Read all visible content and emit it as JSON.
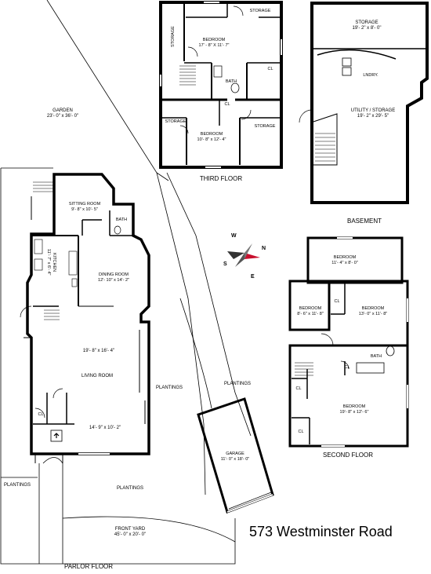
{
  "address": "573 Westminster Road",
  "floors": {
    "third": "THIRD FLOOR",
    "basement": "BASEMENT",
    "second": "SECOND FLOOR",
    "parlor": "PARLOR FLOOR"
  },
  "third_floor": {
    "storage_top": "STORAGE",
    "storage_left": "STORAGE",
    "bedroom1_name": "BEDROOM",
    "bedroom1_dims": "17' - 8\" X 11'- 7\"",
    "cl1": "CL",
    "bath": "BATH",
    "cl2": "CL",
    "storage_lower_left": "STORAGE",
    "storage_lower_right": "STORAGE",
    "bedroom2_name": "BEDROOM",
    "bedroom2_dims": "10'- 8\" x 12'- 4\""
  },
  "basement": {
    "storage_name": "STORAGE",
    "storage_dims": "19'- 2\" x 8'- 0\"",
    "laundry": "LNDRY.",
    "utility_name": "UTILITY / STORAGE",
    "utility_dims": "19'- 2\" x 29'- 5\""
  },
  "second_floor": {
    "bedroom1_name": "BEDROOM",
    "bedroom1_dims": "11'- 4\" x 8'- 0\"",
    "bedroom2_name": "BEDROOM",
    "bedroom2_dims": "8'- 6\" x 11'- 8\"",
    "bedroom3_name": "BEDROOM",
    "bedroom3_dims": "13'- 0\" x 11'- 8\"",
    "cl1": "CL",
    "cl2": "CL",
    "cl3": "CL",
    "cl4": "CL",
    "bath": "BATH",
    "bedroom4_name": "BEDROOM",
    "bedroom4_dims": "19'- 8\" x 12'- 6\""
  },
  "parlor_floor": {
    "garden_name": "GARDEN",
    "garden_dims": "23'- 0\" x 36'- 0\"",
    "sitting_name": "SITTING ROOM",
    "sitting_dims": "9'- 8\" x 10'- 5\"",
    "bath": "BATH",
    "kitchen": "KITCHEN",
    "kitchen_dims": "11'- 7\" x 6'- 4\"",
    "dining_name": "DINING ROOM",
    "dining_dims": "12'- 10\" x 14'- 2\"",
    "living_dims": "19'- 8\" x 16'- 4\"",
    "living_name": "LIVING ROOM",
    "foyer_dims": "14'- 9\" x 10'- 2\"",
    "cl": "CL",
    "plantings_mid": "PLANTINGS",
    "plantings_garage": "PLANTINGS",
    "plantings_left": "PLANTINGS",
    "plantings_bottom": "PLANTINGS",
    "garage_name": "GARAGE",
    "garage_dims": "11'- 0\" x 18'- 0\"",
    "front_yard_name": "FRONT YARD",
    "front_yard_dims": "45'- 0\" x 20'- 0\""
  },
  "compass": {
    "n": "N",
    "s": "S",
    "e": "E",
    "w": "W"
  }
}
